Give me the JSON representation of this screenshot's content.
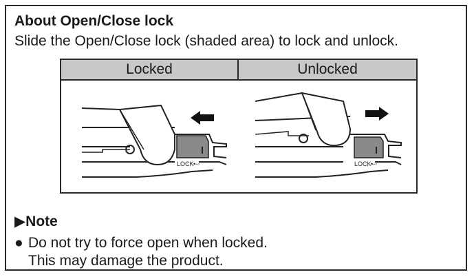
{
  "title": "About Open/Close lock",
  "intro": "Slide the Open/Close lock (shaded area) to lock and unlock.",
  "panels": [
    {
      "label": "Locked",
      "lock_text": "LOCK",
      "arrow": "left-arrow-icon"
    },
    {
      "label": "Unlocked",
      "lock_text": "LOCK",
      "arrow": "right-arrow-icon"
    }
  ],
  "note": {
    "heading": "Note",
    "marker": "▶",
    "bullet": "●",
    "lines": [
      "Do not try to force open when locked.",
      "This may damage the product."
    ]
  }
}
